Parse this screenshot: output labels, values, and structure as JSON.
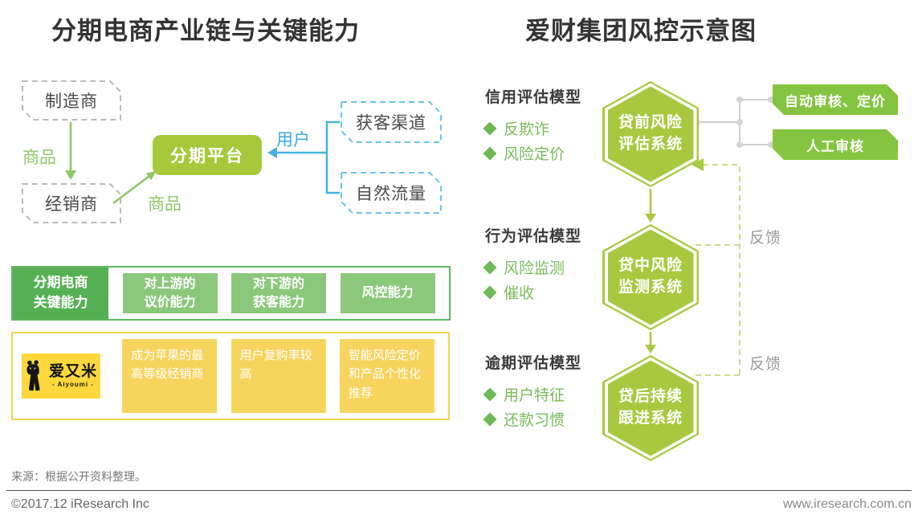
{
  "left": {
    "title": "分期电商产业链与关键能力",
    "flow": {
      "manufacturer": "制造商",
      "distributor": "经销商",
      "platform": "分期平台",
      "goods_label": "商品",
      "user_label": "用户",
      "acquisition_channel": "获客渠道",
      "organic_traffic": "自然流量"
    },
    "capability_table": {
      "header": "分期电商\n关键能力",
      "cells": [
        "对上游的\n议价能力",
        "对下游的\n获客能力",
        "风控能力"
      ]
    },
    "aiyoumi_table": {
      "logo": {
        "name": "爱又米",
        "latin": "- Aiyoumi -"
      },
      "cells": [
        "成为苹果的最高等级经销商",
        "用户复购率较高",
        "智能风险定价和产品个性化推荐"
      ]
    }
  },
  "right": {
    "title": "爱财集团风控示意图",
    "models": [
      {
        "heading": "信用评估模型",
        "bullets": [
          "反欺诈",
          "风险定价"
        ]
      },
      {
        "heading": "行为评估模型",
        "bullets": [
          "风险监测",
          "催收"
        ]
      },
      {
        "heading": "逾期评估模型",
        "bullets": [
          "用户特征",
          "还款习惯"
        ]
      }
    ],
    "systems": [
      "贷前风险\n评估系统",
      "贷中风险\n监测系统",
      "贷后持续\n跟进系统"
    ],
    "outputs": [
      "自动审核、定价",
      "人工审核"
    ],
    "feedback_labels": [
      "反馈",
      "反馈"
    ]
  },
  "footer": {
    "source": "来源：根据公开资料整理。",
    "copyright": "©2017.12 iResearch Inc",
    "website": "www.iresearch.com.cn"
  },
  "colors": {
    "hex_green": "#a8c93f",
    "banner_green": "#85c440",
    "table_green_dark": "#55b054",
    "table_green_light": "#8cc87c",
    "arrow_green": "#8cc766",
    "bullet_green": "#6db953",
    "blue": "#45b3dc",
    "logo_yellow": "#ffd83c",
    "cell_yellow": "#f7d45e",
    "dashed_feedback": "#c9dc8a",
    "connector_gray": "#cfcfcf"
  }
}
